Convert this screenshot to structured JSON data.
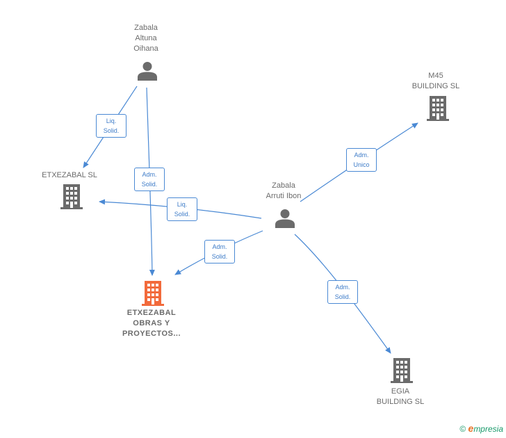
{
  "colors": {
    "edge": "#4a89d4",
    "person_icon": "#6b6b6b",
    "building_icon": "#6b6b6b",
    "highlight_building": "#f26a3b"
  },
  "nodes": {
    "zabala_altuna": {
      "label": "Zabala\nAltuna\nOihana",
      "icon": "person-icon"
    },
    "zabala_arruti": {
      "label": "Zabala\nArruti Ibon",
      "icon": "person-icon"
    },
    "etxezabal_sl": {
      "label": "ETXEZABAL  SL",
      "icon": "building-icon"
    },
    "etxezabal_obras": {
      "label": "ETXEZABAL\nOBRAS Y\nPROYECTOS...",
      "icon": "building-icon"
    },
    "m45": {
      "label": "M45\nBUILDING  SL",
      "icon": "building-icon"
    },
    "egia": {
      "label": "EGIA\nBUILDING  SL",
      "icon": "building-icon"
    }
  },
  "edges": {
    "e1": {
      "label": "Liq.\nSolid."
    },
    "e2": {
      "label": "Adm.\nSolid."
    },
    "e3": {
      "label": "Liq.\nSolid."
    },
    "e4": {
      "label": "Adm.\nSolid."
    },
    "e5": {
      "label": "Adm.\nUnico"
    },
    "e6": {
      "label": "Adm.\nSolid."
    }
  },
  "footer": {
    "copyright_symbol": "©",
    "brand_initial": "e",
    "brand_rest": "mpresia"
  }
}
